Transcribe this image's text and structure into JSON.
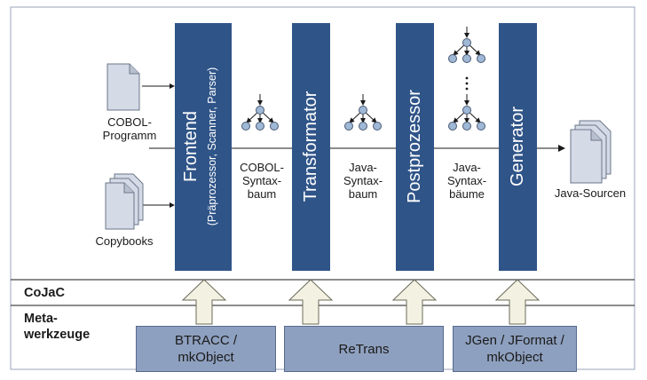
{
  "inputs": {
    "cobol_program": "COBOL-\nProgramm",
    "copybooks": "Copybooks"
  },
  "stages": [
    {
      "name": "Frontend",
      "sub": "(Präprozessor, Scanner, Parser)"
    },
    {
      "name": "Transformator",
      "sub": ""
    },
    {
      "name": "Postprozessor",
      "sub": ""
    },
    {
      "name": "Generator",
      "sub": ""
    }
  ],
  "edge_labels": {
    "cobol_tree": "COBOL-\nSyntax-\nbaum",
    "java_tree": "Java-\nSyntax-\nbaum",
    "java_trees": "Java-\nSyntax-\nbäume"
  },
  "output": "Java-Sourcen",
  "sections": {
    "cojac": "CoJaC",
    "meta": "Meta-\nwerkzeuge"
  },
  "tools": [
    "BTRACC /\nmkObject",
    "ReTrans",
    "JGen / JFormat /\nmkObject"
  ],
  "colors": {
    "stage_fill": "#2f5488",
    "tool_fill": "#8ea0bf",
    "doc_fill": "#d4dae6",
    "node_fill": "#9fb8d6",
    "arrow_fill": "#f3f1e2"
  },
  "icons": [
    "document-icon",
    "document-stack-icon",
    "tree-icon",
    "vertical-ellipsis-icon",
    "upward-arrow-icon"
  ]
}
